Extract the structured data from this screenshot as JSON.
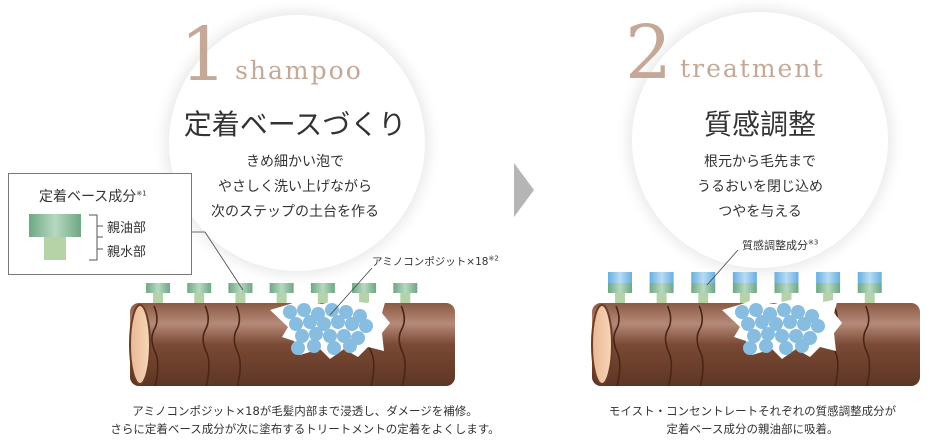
{
  "colors": {
    "accent": "#c4a898",
    "hair": "#7a4a35",
    "peg_green": "#8fc0a0",
    "peg_blue": "#8fc4e8",
    "bubble": "#86bde0",
    "arrow": "#b5b5b5"
  },
  "step1": {
    "number": "1",
    "name": "shampoo",
    "title": "定着ベースづくり",
    "desc": [
      "きめ細かい泡で",
      "やさしく洗い上げながら",
      "次のステップの土台を作る"
    ],
    "legend": {
      "title": "定着ベース成分",
      "note": "※1",
      "part_top": "親油部",
      "part_bottom": "親水部"
    },
    "callout": "アミノコンポジット×18",
    "callout_note": "※2",
    "caption": [
      "アミノコンポジット×18が毛髪内部まで浸透し、ダメージを補修。",
      "さらに定着ベース成分が次に塗布するトリートメントの定着をよくします。"
    ]
  },
  "step2": {
    "number": "2",
    "name": "treatment",
    "title": "質感調整",
    "desc": [
      "根元から毛先まで",
      "うるおいを閉じ込め",
      "つやを与える"
    ],
    "callout": "質感調整成分",
    "callout_note": "※3",
    "caption": [
      "モイスト・コンセントレートそれぞれの質感調整成分が",
      "定着ベース成分の親油部に吸着。"
    ]
  }
}
